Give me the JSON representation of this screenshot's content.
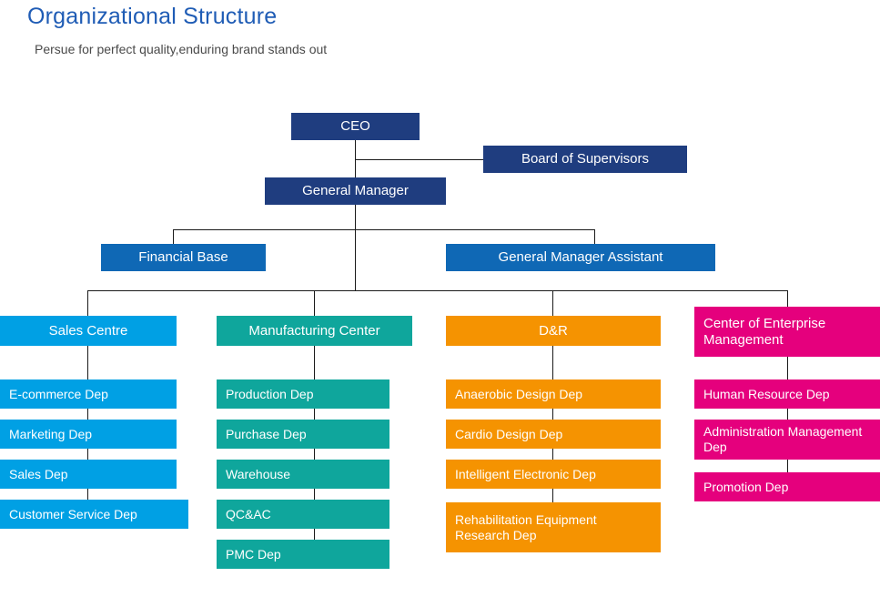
{
  "header": {
    "title": "Organizational Structure",
    "subtitle": "Persue for perfect quality,enduring brand stands out"
  },
  "colors": {
    "title": "#1f5cb5",
    "subtitle": "#4a4a4a",
    "executive": "#1f3d7f",
    "manager": "#0f68b5",
    "sales": "#00a0e4",
    "manufacturing": "#0fa69c",
    "research": "#f59301",
    "management": "#e5007d",
    "connector": "#1a1a1a",
    "background": "#ffffff"
  },
  "chart_data": {
    "type": "diagram",
    "title": "Organizational Structure",
    "subtitle": "Persue for perfect quality,enduring brand stands out",
    "nodes": [
      {
        "id": "ceo",
        "label": "CEO",
        "tier": 0,
        "color": "#1f3d7f"
      },
      {
        "id": "board",
        "label": "Board of Supervisors",
        "tier": 0,
        "color": "#1f3d7f"
      },
      {
        "id": "gm",
        "label": "General Manager",
        "tier": 1,
        "color": "#1f3d7f"
      },
      {
        "id": "finance",
        "label": "Financial Base",
        "tier": 2,
        "color": "#0f68b5"
      },
      {
        "id": "gma",
        "label": "General Manager Assistant",
        "tier": 2,
        "color": "#0f68b5"
      },
      {
        "id": "sales",
        "label": "Sales Centre",
        "tier": 3,
        "color": "#00a0e4"
      },
      {
        "id": "mfg",
        "label": "Manufacturing Center",
        "tier": 3,
        "color": "#0fa69c"
      },
      {
        "id": "dr",
        "label": "D&R",
        "tier": 3,
        "color": "#f59301"
      },
      {
        "id": "mgmt",
        "label": "Center of Enterprise Management",
        "tier": 3,
        "color": "#e5007d"
      }
    ],
    "edges": [
      [
        "ceo",
        "board"
      ],
      [
        "ceo",
        "gm"
      ],
      [
        "gm",
        "finance"
      ],
      [
        "gm",
        "gma"
      ],
      [
        "gm",
        "sales"
      ],
      [
        "gm",
        "mfg"
      ],
      [
        "gm",
        "dr"
      ],
      [
        "gm",
        "mgmt"
      ]
    ]
  },
  "executive": {
    "ceo": "CEO",
    "board": "Board of Supervisors",
    "general_manager": "General Manager"
  },
  "managers": {
    "financial_base": "Financial Base",
    "general_manager_assistant": "General Manager Assistant"
  },
  "columns": {
    "sales": {
      "head": "Sales Centre",
      "items": [
        "E-commerce Dep",
        "Marketing Dep",
        "Sales Dep",
        "Customer Service Dep"
      ]
    },
    "manufacturing": {
      "head": "Manufacturing Center",
      "items": [
        "Production Dep",
        "Purchase Dep",
        "Warehouse",
        "QC&AC",
        "PMC Dep"
      ]
    },
    "research": {
      "head": "D&R",
      "items": [
        "Anaerobic Design Dep",
        "Cardio Design Dep",
        "Intelligent Electronic Dep",
        "Rehabilitation Equipment Research Dep"
      ]
    },
    "management": {
      "head": "Center of Enterprise Management",
      "items": [
        "Human Resource Dep",
        "Administration Management Dep",
        "Promotion Dep"
      ]
    }
  }
}
